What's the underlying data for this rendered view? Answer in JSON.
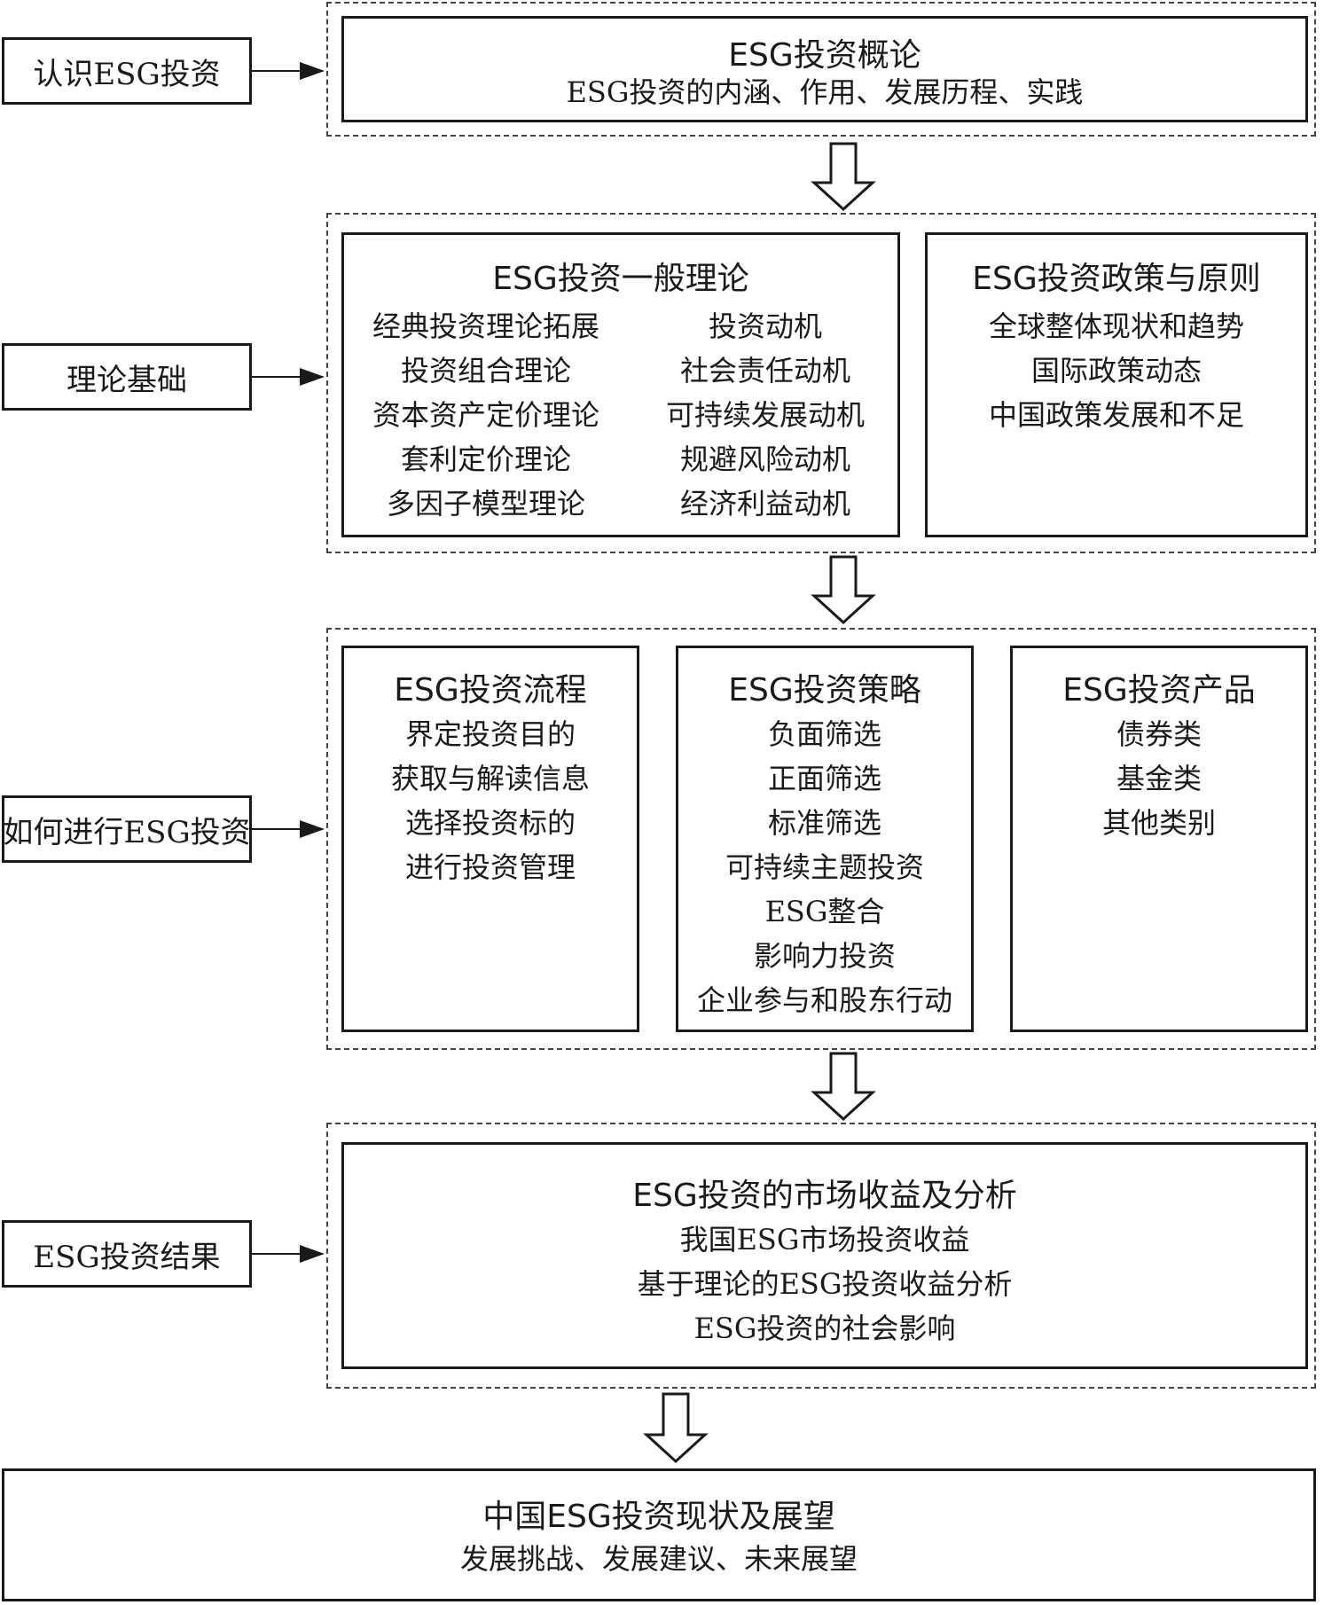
{
  "stages": [
    {
      "label": "认识ESG投资"
    },
    {
      "label": "理论基础"
    },
    {
      "label": "如何进行ESG投资"
    },
    {
      "label": "ESG投资结果"
    }
  ],
  "overview": {
    "title": "ESG投资概论",
    "subtitle": "ESG投资的内涵、作用、发展历程、实践"
  },
  "general_theory": {
    "title": "ESG投资一般理论",
    "left_heading": "经典投资理论拓展",
    "left_items": [
      "投资组合理论",
      "资本资产定价理论",
      "套利定价理论",
      "多因子模型理论"
    ],
    "right_heading": "投资动机",
    "right_items": [
      "社会责任动机",
      "可持续发展动机",
      "规避风险动机",
      "经济利益动机"
    ]
  },
  "policy": {
    "title": "ESG投资政策与原则",
    "items": [
      "全球整体现状和趋势",
      "国际政策动态",
      "中国政策发展和不足"
    ]
  },
  "process": {
    "title": "ESG投资流程",
    "items": [
      "界定投资目的",
      "获取与解读信息",
      "选择投资标的",
      "进行投资管理"
    ]
  },
  "strategy": {
    "title": "ESG投资策略",
    "items": [
      "负面筛选",
      "正面筛选",
      "标准筛选",
      "可持续主题投资",
      "ESG整合",
      "影响力投资",
      "企业参与和股东行动"
    ]
  },
  "products": {
    "title": "ESG投资产品",
    "items": [
      "债券类",
      "基金类",
      "其他类别"
    ]
  },
  "results": {
    "title": "ESG投资的市场收益及分析",
    "items": [
      "我国ESG市场投资收益",
      "基于理论的ESG投资收益分析",
      "ESG投资的社会影响"
    ]
  },
  "outlook": {
    "title": "中国ESG投资现状及展望",
    "subtitle": "发展挑战、发展建议、未来展望"
  }
}
